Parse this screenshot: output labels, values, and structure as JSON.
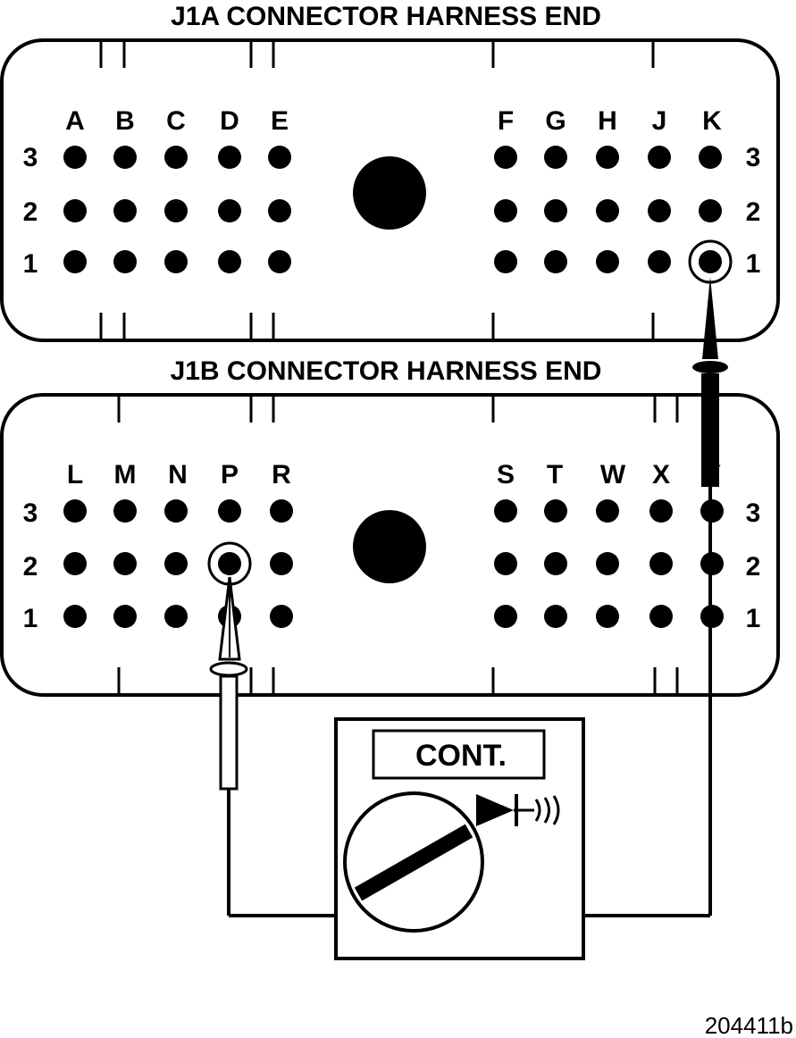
{
  "connectors": [
    {
      "title": "J1A CONNECTOR HARNESS END",
      "left_columns": [
        "A",
        "B",
        "C",
        "D",
        "E"
      ],
      "right_columns": [
        "F",
        "G",
        "H",
        "J",
        "K"
      ],
      "rows": [
        "3",
        "2",
        "1"
      ]
    },
    {
      "title": "J1B CONNECTOR HARNESS END",
      "left_columns": [
        "L",
        "M",
        "N",
        "P",
        "R"
      ],
      "right_columns": [
        "S",
        "T",
        "W",
        "X",
        "Y"
      ],
      "rows": [
        "3",
        "2",
        "1"
      ]
    }
  ],
  "meter": {
    "label": "CONT.",
    "mode_icon": "diode-continuity-icon"
  },
  "probed_pins": [
    "K1",
    "P2"
  ],
  "figure_id": "204411b"
}
